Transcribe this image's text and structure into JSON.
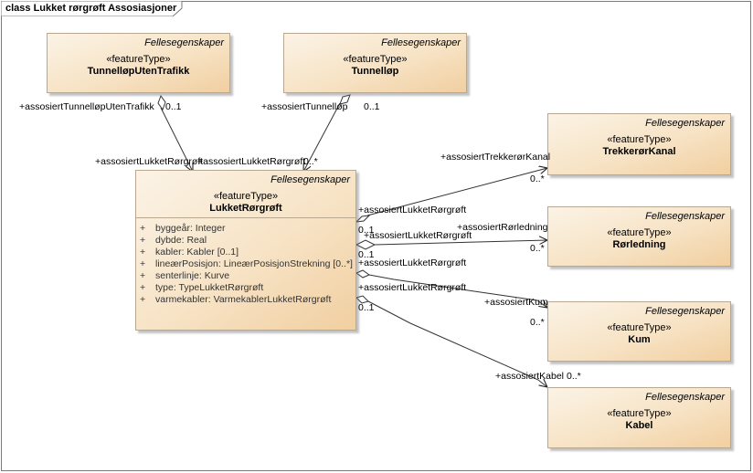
{
  "diagram": {
    "title": "class Lukket rørgrøft Assosiasjoner",
    "classes": {
      "tunnellop_uten_trafikk": {
        "package": "Fellesegenskaper",
        "stereotype": "«featureType»",
        "name": "TunnelløpUtenTrafikk"
      },
      "tunnellop": {
        "package": "Fellesegenskaper",
        "stereotype": "«featureType»",
        "name": "Tunnelløp"
      },
      "lukket_rorgroft": {
        "package": "Fellesegenskaper",
        "stereotype": "«featureType»",
        "name": "LukketRørgrøft",
        "attributes": [
          {
            "vis": "+",
            "text": "byggeår: Integer"
          },
          {
            "vis": "+",
            "text": "dybde: Real"
          },
          {
            "vis": "+",
            "text": "kabler: Kabler [0..1]"
          },
          {
            "vis": "+",
            "text": "lineærPosisjon: LineærPosisjonStrekning [0..*]"
          },
          {
            "vis": "+",
            "text": "senterlinje: Kurve"
          },
          {
            "vis": "+",
            "text": "type: TypeLukketRørgrøft"
          },
          {
            "vis": "+",
            "text": "varmekabler: VarmekablerLukketRørgrøft"
          }
        ]
      },
      "trekkeror_kanal": {
        "package": "Fellesegenskaper",
        "stereotype": "«featureType»",
        "name": "TrekkerørKanal"
      },
      "rorledning": {
        "package": "Fellesegenskaper",
        "stereotype": "«featureType»",
        "name": "Rørledning"
      },
      "kum": {
        "package": "Fellesegenskaper",
        "stereotype": "«featureType»",
        "name": "Kum"
      },
      "kabel": {
        "package": "Fellesegenskaper",
        "stereotype": "«featureType»",
        "name": "Kabel"
      }
    },
    "labels": {
      "role_tunnellop_uten_trafikk": "+assosiertTunnelløpUtenTrafikk",
      "mult_tunnellop_uten_trafikk": "0..1",
      "role_tunnellop": "+assosiertTunnelløp",
      "mult_tunnellop": "0..1",
      "role_lukket_left": "+assosiertLukketRørgrøft",
      "role_lukket_right": "+assosiertLukketRørgrøft",
      "mult_lukket_top": "0..*",
      "role_trekkeror": "+assosiertTrekkerørKanal",
      "mult_trekkeror": "0..*",
      "role_lukket_trekkeror": "+assosiertLukketRørgrøft",
      "mult_lukket_trekkeror": "0..1",
      "role_rorledning": "+assosiertRørledning",
      "mult_rorledning": "0..*",
      "role_lukket_rorledning": "+assosiertLukketRørgrøft",
      "mult_lukket_rorledning": "0..1",
      "role_lukket_kum": "+assosiertLukketRørgrøft",
      "role_kum": "+assosiertKum",
      "mult_kum": "0..*",
      "role_lukket_kabel": "+assosiertLukketRørgrøft",
      "mult_lukket_kabel": "0..1",
      "role_kabel": "+assosiertKabel",
      "mult_kabel": "0..*"
    }
  }
}
